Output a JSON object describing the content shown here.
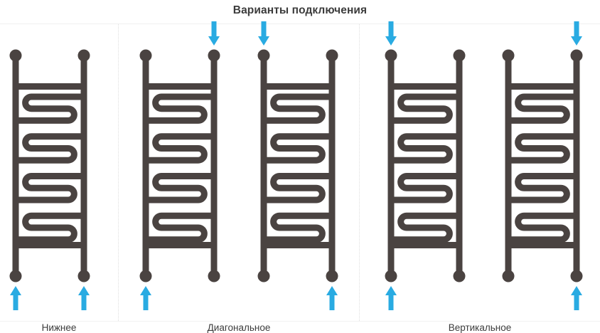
{
  "title": "Варианты подключения",
  "colors": {
    "pipe": "#4a4341",
    "arrow": "#29abe2",
    "text": "#3c3c3c",
    "background": "#ffffff",
    "divider": "#dedede"
  },
  "diagram": {
    "type": "connection-options",
    "panel_count": 3,
    "panels": [
      {
        "id": "bottom",
        "label": "Нижнее",
        "radiator_count": 1,
        "radiators": [
          {
            "rungs": 4,
            "arrows": [
              {
                "position": "bottom-left",
                "direction": "up"
              },
              {
                "position": "bottom-right",
                "direction": "up"
              }
            ]
          }
        ]
      },
      {
        "id": "diagonal",
        "label": "Диагональное",
        "radiator_count": 2,
        "radiators": [
          {
            "rungs": 4,
            "arrows": [
              {
                "position": "top-right",
                "direction": "down"
              },
              {
                "position": "bottom-left",
                "direction": "up"
              }
            ]
          },
          {
            "rungs": 4,
            "arrows": [
              {
                "position": "top-left",
                "direction": "down"
              },
              {
                "position": "bottom-right",
                "direction": "up"
              }
            ]
          }
        ]
      },
      {
        "id": "vertical",
        "label": "Вертикальное",
        "radiator_count": 2,
        "radiators": [
          {
            "rungs": 4,
            "arrows": [
              {
                "position": "top-left",
                "direction": "down"
              },
              {
                "position": "bottom-left",
                "direction": "up"
              }
            ]
          },
          {
            "rungs": 4,
            "arrows": [
              {
                "position": "top-right",
                "direction": "down"
              },
              {
                "position": "bottom-right",
                "direction": "up"
              }
            ]
          }
        ]
      }
    ]
  }
}
